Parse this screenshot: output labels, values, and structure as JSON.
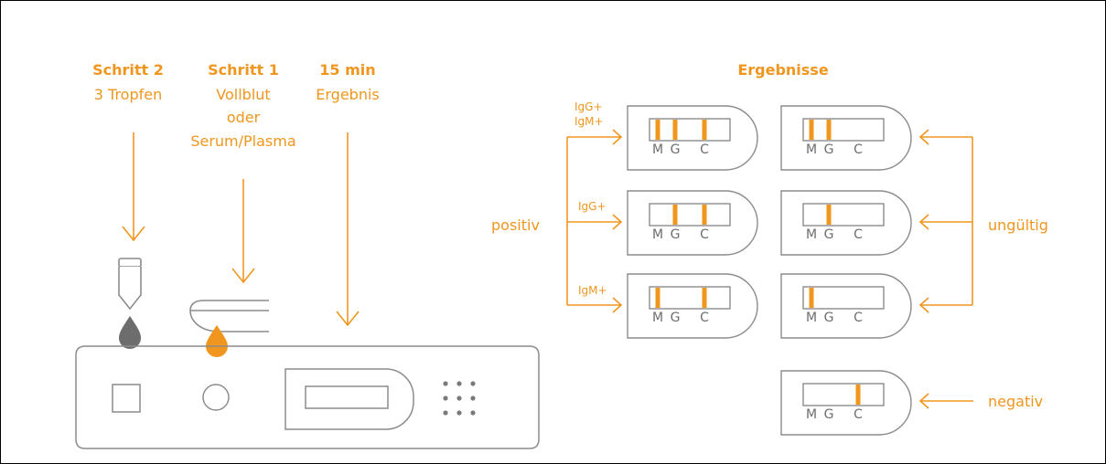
{
  "colors": {
    "accent": "#F0961E",
    "line": "#8c8c8c",
    "drop_dark": "#6d6d6d"
  },
  "steps": [
    {
      "title": "Schritt 2",
      "lines": [
        "3 Tropfen"
      ]
    },
    {
      "title": "Schritt 1",
      "lines": [
        "Vollblut",
        "oder",
        "Serum/Plasma"
      ]
    },
    {
      "title": "15 min",
      "lines": [
        "Ergebnis"
      ]
    }
  ],
  "results": {
    "title": "Ergebnisse",
    "positiv_label": "positiv",
    "ungueltig_label": "ungültig",
    "negativ_label": "negativ",
    "window_letters": {
      "m": "M",
      "g": "G",
      "c": "C"
    },
    "positive_rows": [
      {
        "tag_lines": [
          "IgG+",
          "IgM+"
        ],
        "lines": {
          "M": true,
          "G": true,
          "C": true
        }
      },
      {
        "tag_lines": [
          "IgG+"
        ],
        "lines": {
          "M": false,
          "G": true,
          "C": true
        }
      },
      {
        "tag_lines": [
          "IgM+"
        ],
        "lines": {
          "M": true,
          "G": false,
          "C": true
        }
      }
    ],
    "invalid_rows": [
      {
        "lines": {
          "M": true,
          "G": true,
          "C": false
        }
      },
      {
        "lines": {
          "M": false,
          "G": true,
          "C": false
        }
      },
      {
        "lines": {
          "M": true,
          "G": false,
          "C": false
        }
      }
    ],
    "negative_row": {
      "lines": {
        "M": false,
        "G": false,
        "C": true
      }
    }
  }
}
